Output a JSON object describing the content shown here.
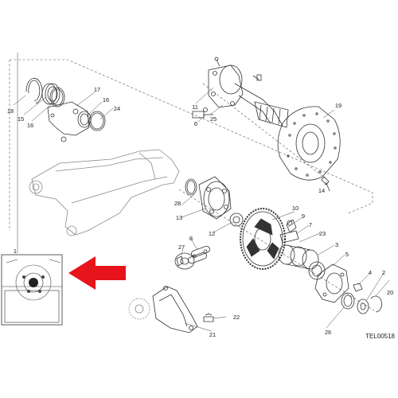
{
  "diagram": {
    "code": "TEL00518",
    "callouts": [
      "1",
      "2",
      "3",
      "4",
      "5",
      "6",
      "7",
      "8",
      "9",
      "10",
      "11",
      "12",
      "13",
      "14",
      "15",
      "16",
      "16",
      "17",
      "18",
      "19",
      "20",
      "21",
      "22",
      "23",
      "24",
      "25",
      "26",
      "27",
      "28"
    ],
    "colors": {
      "line": "#333333",
      "ghost": "#8a8a8a",
      "arrow": "#e8141b",
      "background": "#ffffff"
    }
  }
}
